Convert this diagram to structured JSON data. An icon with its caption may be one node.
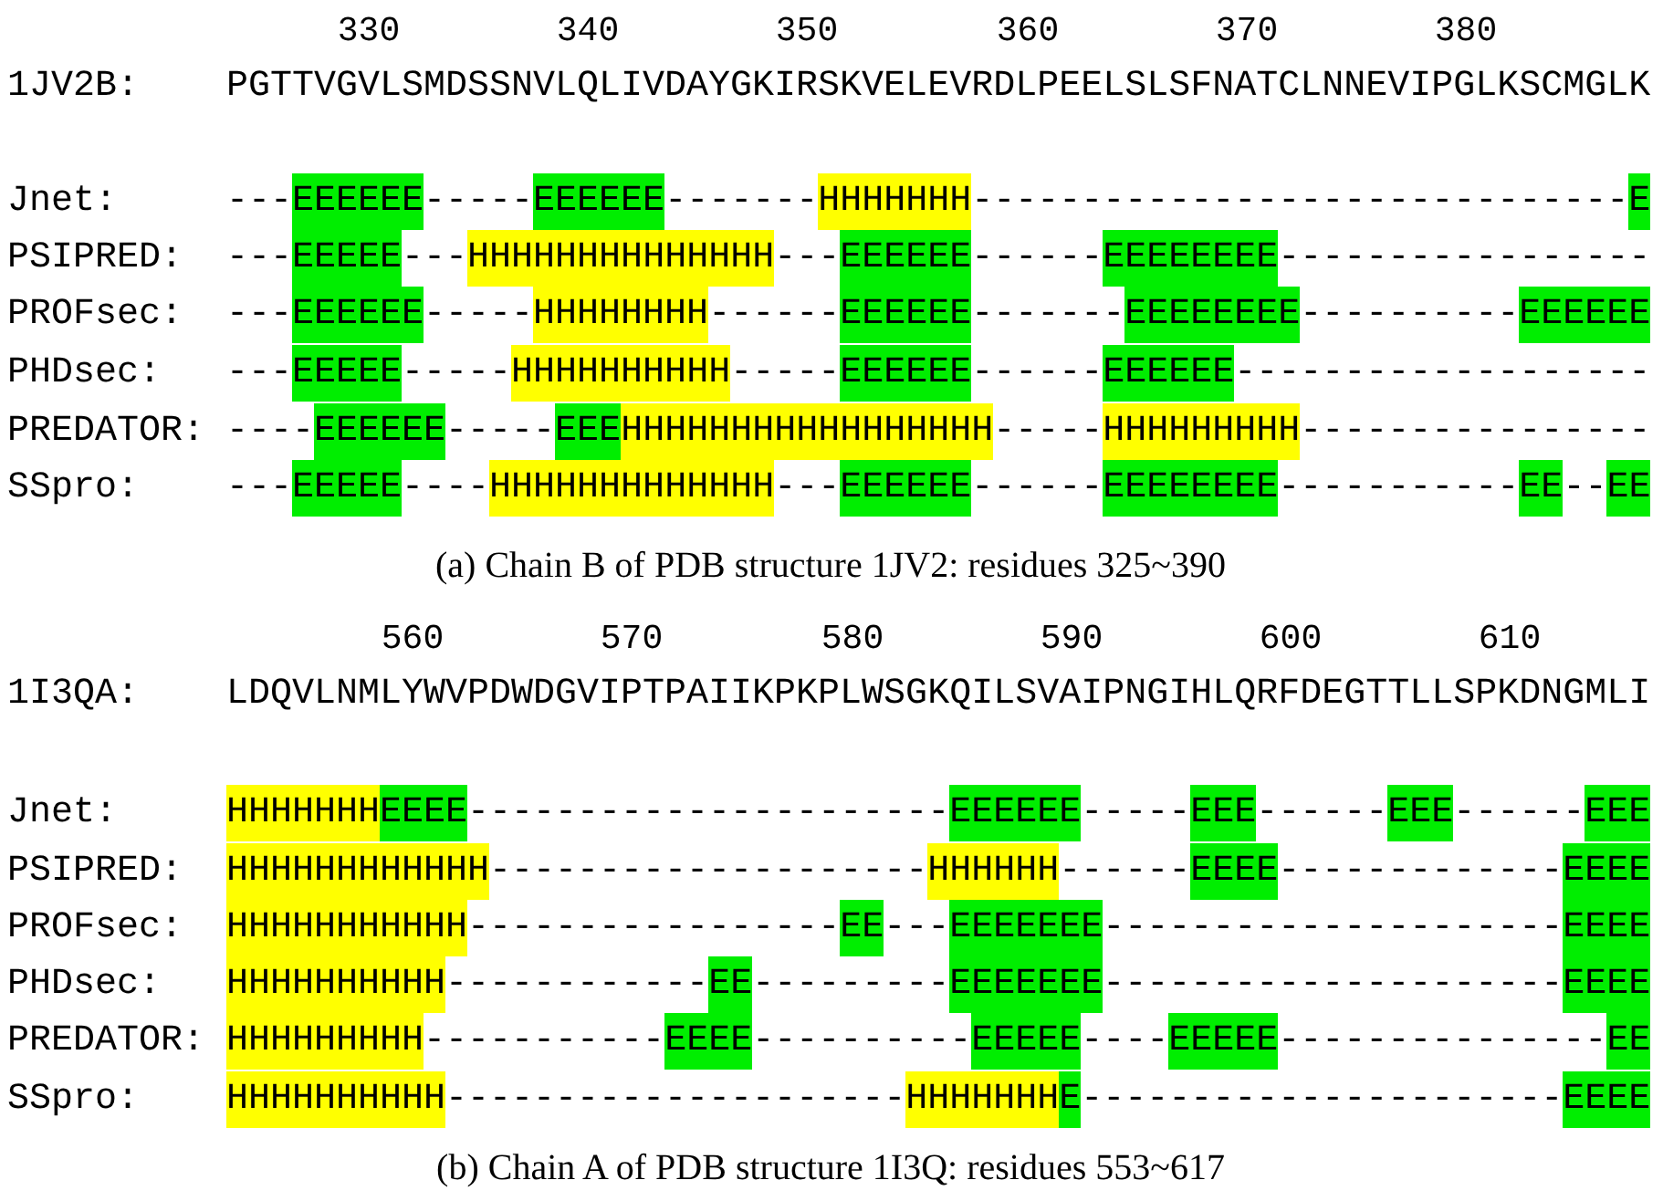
{
  "diagram": {
    "labels": [
      "330",
      "340",
      "350",
      "360",
      "370",
      "380",
      "1JV2B:",
      "PGTTVGVLSMDSSNVLQLIVDAYGKIRSKVELEVRDLPEELSLSFNATCLNNEVIPGLKSCMGLK",
      "Jnet:",
      "---EEEEEE-----EEEEEE-------HHHHHHH------------------------------E",
      "PSIPRED:",
      "---EEEEE---HHHHHHHHHHHHHH---EEEEEE------EEEEEEEE-----------------",
      "PROFsec:",
      "---EEEEEE-----HHHHHHHH------EEEEEE-------EEEEEEEE----------EEEEEE",
      "PHDsec:",
      "---EEEEE-----HHHHHHHHHH-----EEEEEE------EEEEEE-------------------",
      "PREDATOR:",
      "----EEEEEE-----EEEHHHHHHHHHHHHHHHHH-----HHHHHHHHH----------------",
      "SSpro:",
      "---EEEEE----HHHHHHHHHHHHH---EEEEEE------EEEEEEEE-----------EE--EE",
      "(a) Chain B of PDB structure 1JV2: residues 325~390",
      "560",
      "570",
      "580",
      "590",
      "600",
      "610",
      "1I3QA:",
      "LDQVLNMLYWVPDWDGVIPTPAIIKPKPLWSGKQILSVAIPNGIHLQRFDEGTTLLSPKDNGMLI",
      "Jnet:",
      "HHHHHHHEEEE----------------------EEEEEE-----EEE------EEE------EEE",
      "PSIPRED:",
      "HHHHHHHHHHHH--------------------HHHHHH------EEEE-------------EEEE",
      "PROFsec:",
      "HHHHHHHHHHH-----------------EE---EEEEEEE---------------------EEEE",
      "PHDsec:",
      "HHHHHHHHHH------------EE---------EEEEEEE---------------------EEEE",
      "PREDATOR:",
      "HHHHHHHHH-----------EEEE----------EEEEE----EEEEE---------------EE",
      "SSpro:",
      "HHHHHHHHHH---------------------HHHHHHHE----------------------EEEE",
      "(b) Chain A of PDB structure 1I3Q: residues 553~617"
    ]
  }
}
